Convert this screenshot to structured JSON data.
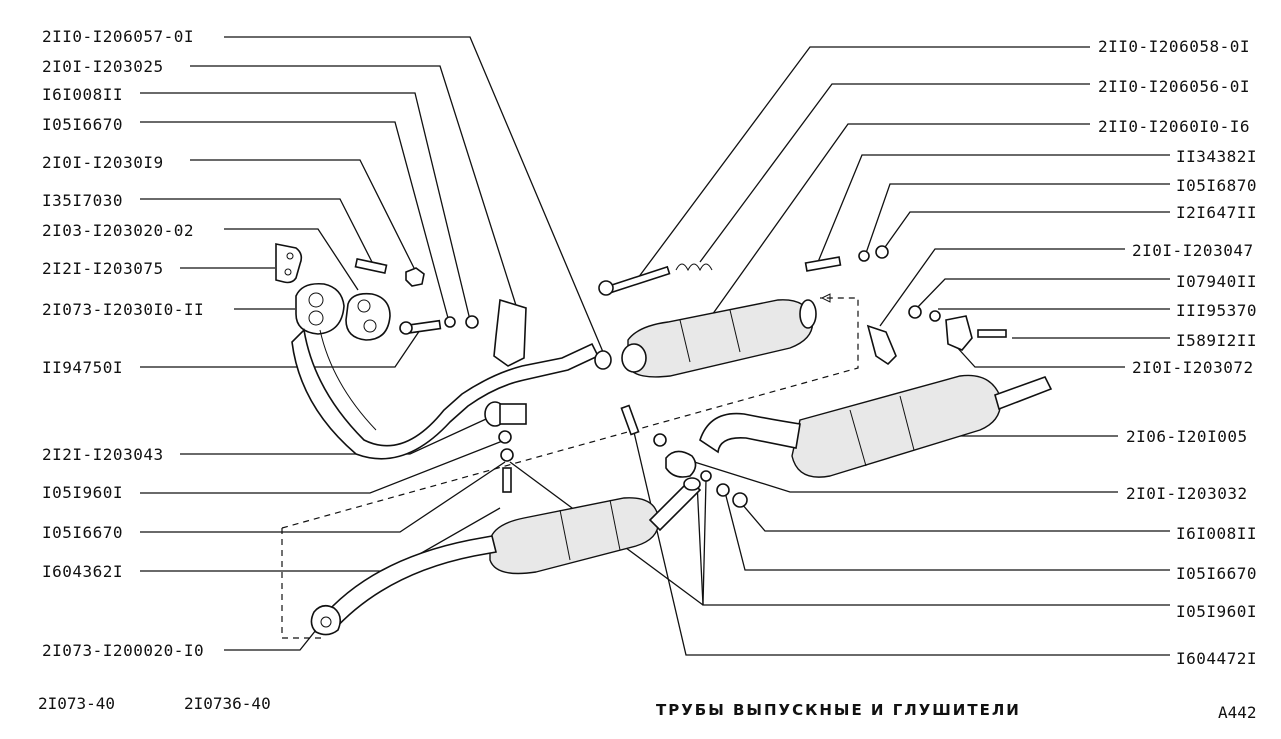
{
  "labels_left": [
    "2II0-I206057-0I",
    "2I0I-I203025",
    "I6I008II",
    "I05I6670",
    "2I0I-I2030I9",
    "I35I7030",
    "2I03-I203020-02",
    "2I2I-I203075",
    "2I073-I2030I0-II",
    "II94750I",
    "2I2I-I203043",
    "I05I960I",
    "I05I6670",
    "I604362I",
    "2I073-I200020-I0"
  ],
  "labels_right": [
    "2II0-I206058-0I",
    "2II0-I206056-0I",
    "2II0-I2060I0-I6",
    "II34382I",
    "I05I6870",
    "I2I647II",
    "2I0I-I203047",
    "I07940II",
    "III95370",
    "I589I2II",
    "2I0I-I203072",
    "2I06-I20I005",
    "2I0I-I203032",
    "I6I008II",
    "I05I6670",
    "I05I960I",
    "I604472I"
  ],
  "footer": {
    "model_1": "2I073-40",
    "model_2": "2I0736-40",
    "title": "ТРУБЫ  ВЫПУСКНЫЕ  И  ГЛУШИТЕЛИ",
    "code": "A442"
  }
}
